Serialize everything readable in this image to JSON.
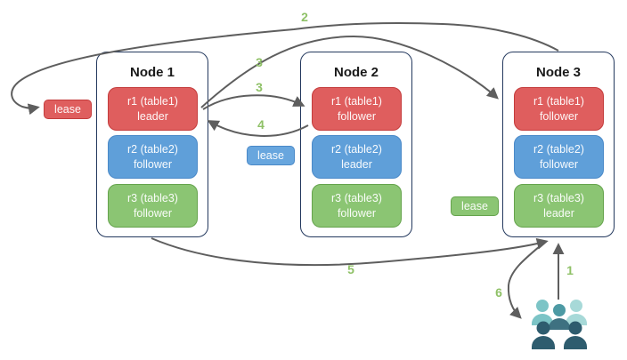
{
  "nodes": [
    {
      "title": "Node 1",
      "replicas": [
        {
          "name": "r1 (table1)",
          "role": "leader",
          "color": "red"
        },
        {
          "name": "r2 (table2)",
          "role": "follower",
          "color": "blue"
        },
        {
          "name": "r3 (table3)",
          "role": "follower",
          "color": "green"
        }
      ]
    },
    {
      "title": "Node 2",
      "replicas": [
        {
          "name": "r1 (table1)",
          "role": "follower",
          "color": "red"
        },
        {
          "name": "r2 (table2)",
          "role": "leader",
          "color": "blue"
        },
        {
          "name": "r3 (table3)",
          "role": "follower",
          "color": "green"
        }
      ]
    },
    {
      "title": "Node 3",
      "replicas": [
        {
          "name": "r1 (table1)",
          "role": "follower",
          "color": "red"
        },
        {
          "name": "r2 (table2)",
          "role": "follower",
          "color": "blue"
        },
        {
          "name": "r3 (table3)",
          "role": "leader",
          "color": "green"
        }
      ]
    }
  ],
  "leases": [
    {
      "label": "lease",
      "color": "red"
    },
    {
      "label": "lease",
      "color": "blue"
    },
    {
      "label": "lease",
      "color": "green"
    }
  ],
  "arrow_labels": {
    "a1": "1",
    "a2": "2",
    "a3_to_node3": "3",
    "a3_to_node2": "3",
    "a4": "4",
    "a5": "5",
    "a6": "6"
  },
  "icons": {
    "users": "users-group-icon"
  },
  "colors": {
    "replica_red": "#df5e5e",
    "replica_red_border": "#c43c3c",
    "replica_blue": "#5f9fd9",
    "replica_blue_border": "#4a89c8",
    "replica_green": "#8bc573",
    "replica_green_border": "#65a34c",
    "node_border": "#24395e",
    "arrow_gray": "#5e5e5e",
    "number_green": "#8fc167",
    "users_light_teal": "#7cc4c6",
    "users_pale_teal": "#a7d9d8",
    "users_mid_teal": "#4d9aa4",
    "users_dark_slate": "#2e5c6e"
  }
}
